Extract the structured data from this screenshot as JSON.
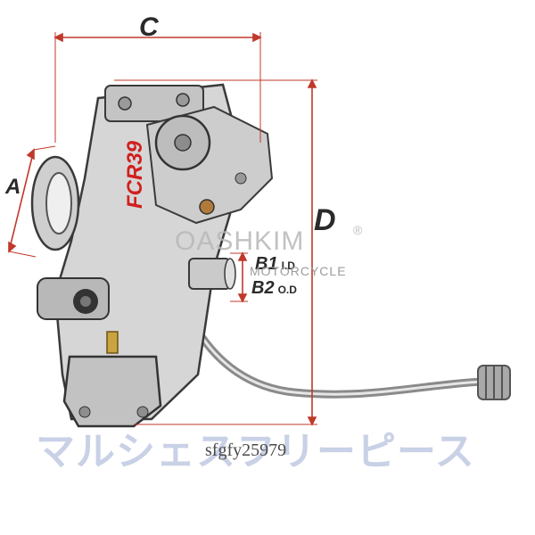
{
  "dimensions": {
    "c": "C",
    "a": "A",
    "d": "D",
    "b1": "B1",
    "b1_unit": "I.D",
    "b2": "B2",
    "b2_unit": "O.D"
  },
  "brand": {
    "name": "OASHKIM",
    "registered": "®",
    "subtitle": "MOTORCYCLE"
  },
  "carburetor_logo": "FCR39",
  "watermark": {
    "japanese": "マルシェスフリーピース",
    "id": "sfgfy25979"
  },
  "colors": {
    "dimension_line": "#c0392b",
    "label_text": "#2a2a2a",
    "metal": "#bdbdbd",
    "logo_red": "#d0201e",
    "watermark_blue": "#c9d1e6"
  }
}
